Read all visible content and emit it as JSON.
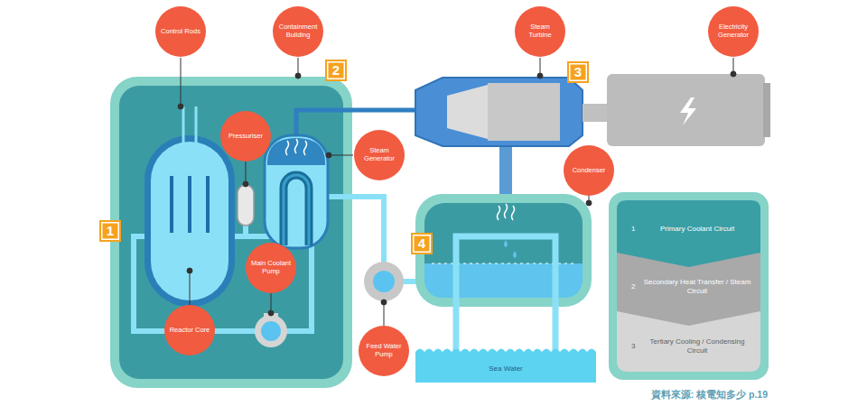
{
  "diagram": {
    "nodes": [
      {
        "text": [
          "Control Rods"
        ]
      },
      {
        "text": [
          "Containment Building"
        ]
      },
      {
        "text": [
          "Steam Turbine"
        ]
      },
      {
        "text": [
          "Electricity Generator"
        ]
      },
      {
        "text": [
          "Pressuriser"
        ]
      },
      {
        "text": [
          "Steam Generator"
        ]
      },
      {
        "text": [
          "Condenser"
        ]
      },
      {
        "text": [
          "Main Coolant Pump"
        ]
      },
      {
        "text": [
          "Reactor Core"
        ]
      },
      {
        "text": [
          "Feed Water Pump"
        ]
      },
      {
        "text": [
          "Sea Water"
        ]
      }
    ],
    "labels": [
      "2",
      "3",
      "1",
      "4",
      "1",
      "2",
      "3",
      "資料來源: 核電知多少 p.19"
    ],
    "legend": [
      {
        "text": "Primary Coolant Circuit",
        "color": "#3a9ea5"
      },
      {
        "text": "Secondary Heat Transfer / Steam Circuit",
        "color": "#a9a9a9"
      },
      {
        "text": "Tertiary Cooling / Condensing Circuit",
        "color": "#d6d6d6"
      }
    ]
  }
}
